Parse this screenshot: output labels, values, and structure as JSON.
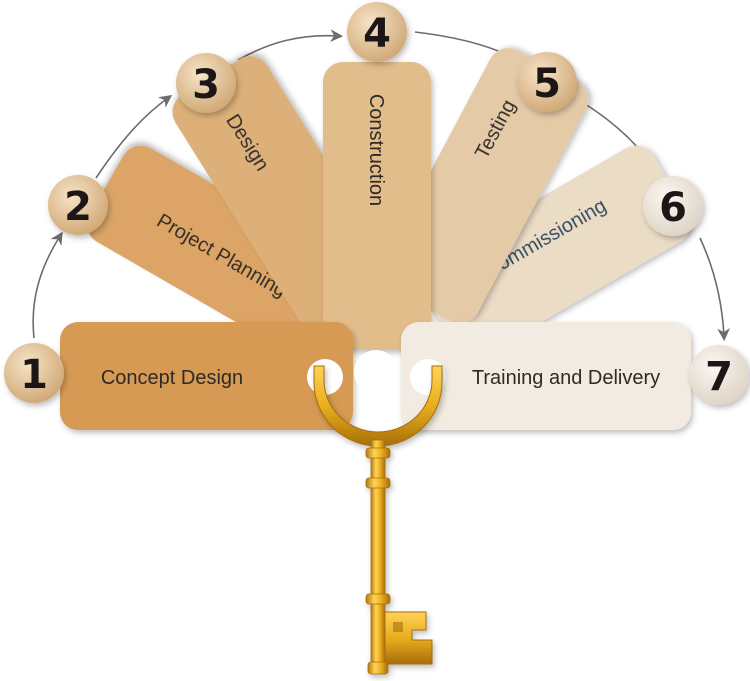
{
  "steps": [
    {
      "number": "1",
      "label": "Concept Design",
      "color": "#d69a55"
    },
    {
      "number": "2",
      "label": "Project Planning",
      "color": "#dca466"
    },
    {
      "number": "3",
      "label": "Design",
      "color": "#ddb079"
    },
    {
      "number": "4",
      "label": "Construction",
      "color": "#e2bd8c"
    },
    {
      "number": "5",
      "label": "Testing",
      "color": "#e4caa6"
    },
    {
      "number": "6",
      "label": "Commissioning",
      "color": "#ebdcc6"
    },
    {
      "number": "7",
      "label": "Training and Delivery",
      "color": "#f1ebe2"
    }
  ],
  "colors": {
    "number_circle": "#d9b98c",
    "number_circle_light": "#efe6da",
    "arrow": "#6c6c6c",
    "key_gold": "#e8ae1e",
    "key_gold_dark": "#b57d0c"
  },
  "icons": [
    "key-icon",
    "arrow-icon"
  ]
}
